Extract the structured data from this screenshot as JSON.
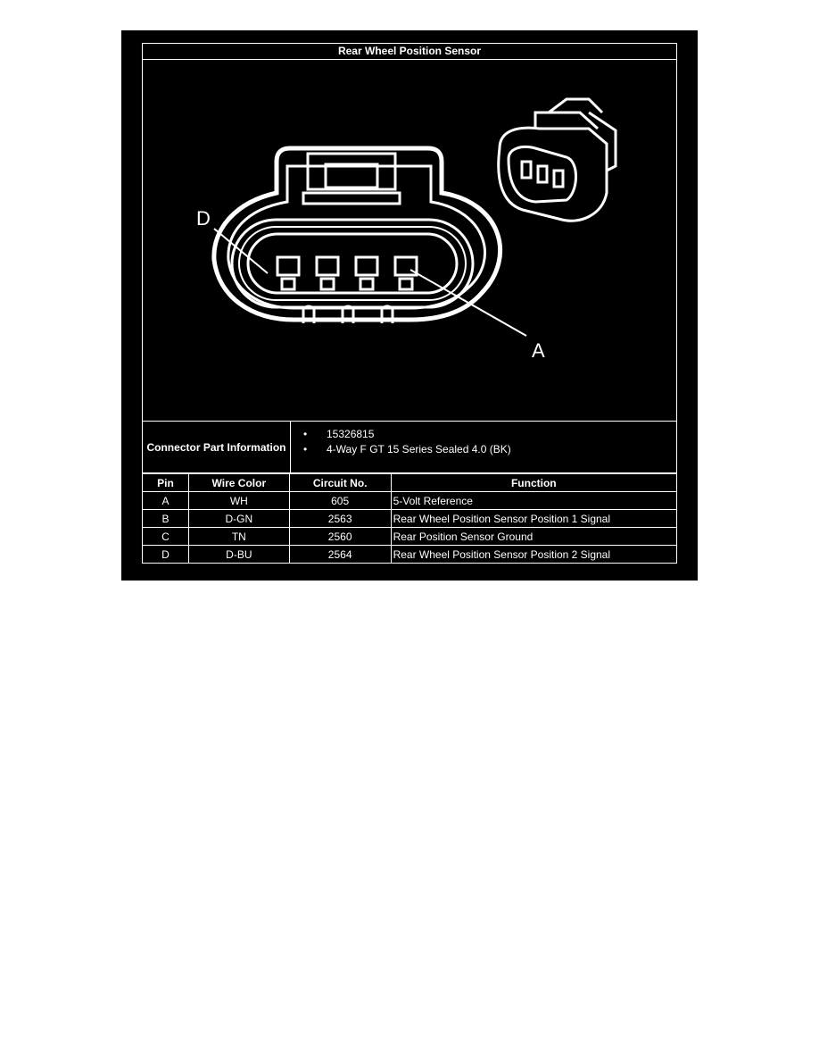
{
  "title": "Rear Wheel Position Sensor",
  "diagram": {
    "callout_d": "D",
    "callout_a": "A"
  },
  "connector_info": {
    "label": "Connector Part Information",
    "items": [
      "15326815",
      "4-Way F GT 15 Series Sealed 4.0 (BK)"
    ]
  },
  "table": {
    "headers": [
      "Pin",
      "Wire Color",
      "Circuit No.",
      "Function"
    ],
    "rows": [
      [
        "A",
        "WH",
        "605",
        "5-Volt Reference"
      ],
      [
        "B",
        "D-GN",
        "2563",
        "Rear Wheel Position Sensor Position 1 Signal"
      ],
      [
        "C",
        "TN",
        "2560",
        "Rear Position Sensor Ground"
      ],
      [
        "D",
        "D-BU",
        "2564",
        "Rear Wheel Position Sensor Position 2 Signal"
      ]
    ]
  }
}
